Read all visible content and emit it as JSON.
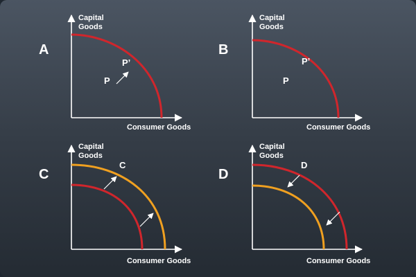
{
  "colors": {
    "red_curve": "#d0262c",
    "orange_curve": "#f0a020",
    "axis": "#ffffff",
    "text": "#ffffff"
  },
  "axis_labels": {
    "y_line1": "Capital",
    "y_line2": "Goods",
    "x": "Consumer Goods"
  },
  "panels": [
    {
      "letter": "A",
      "point_from": "P",
      "point_to": "P’"
    },
    {
      "letter": "B",
      "point_from": "P",
      "point_to": "P’"
    },
    {
      "letter": "C",
      "curve_label": "C"
    },
    {
      "letter": "D",
      "curve_label": "D"
    }
  ]
}
